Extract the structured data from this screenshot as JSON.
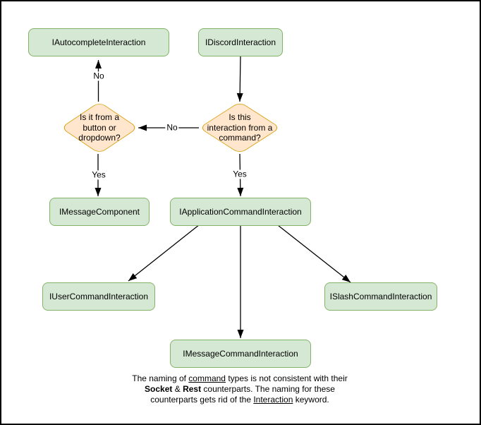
{
  "diagram": {
    "nodes": {
      "autocomplete": {
        "label": "IAutocompleteInteraction"
      },
      "discord": {
        "label": "IDiscordInteraction"
      },
      "component_decision": {
        "label": "Is it from a button or dropdown?",
        "lines": [
          "Is it from a",
          "button or",
          "dropdown?"
        ]
      },
      "command_decision": {
        "label": "Is this interaction from a command?",
        "lines": [
          "Is this",
          "interaction from a",
          "command?"
        ]
      },
      "message_component": {
        "label": "IMessageComponent"
      },
      "application_command": {
        "label": "IApplicationCommandInteraction"
      },
      "user_command": {
        "label": "IUserCommandInteraction"
      },
      "slash_command": {
        "label": "ISlashCommandInteraction"
      },
      "message_command": {
        "label": "IMessageCommandInteraction"
      }
    },
    "edge_labels": {
      "autocomplete_no": "No",
      "component_no": "No",
      "component_yes": "Yes",
      "command_yes": "Yes"
    },
    "caption": {
      "line1": {
        "a": "The naming of ",
        "b": "command",
        "c": " types is not consistent with their"
      },
      "line2": {
        "a": "Socket",
        "b": " & ",
        "c": "Rest",
        "d": " counterparts. The naming for these"
      },
      "line3": {
        "a": "counterparts gets rid of the ",
        "b": "Interaction",
        "c": " keyword."
      }
    },
    "colors": {
      "node_fill": "#d5e8d4",
      "node_border": "#82b366",
      "decision_fill": "#ffe6cc",
      "decision_border": "#d79b00",
      "arrow": "#000000"
    }
  }
}
